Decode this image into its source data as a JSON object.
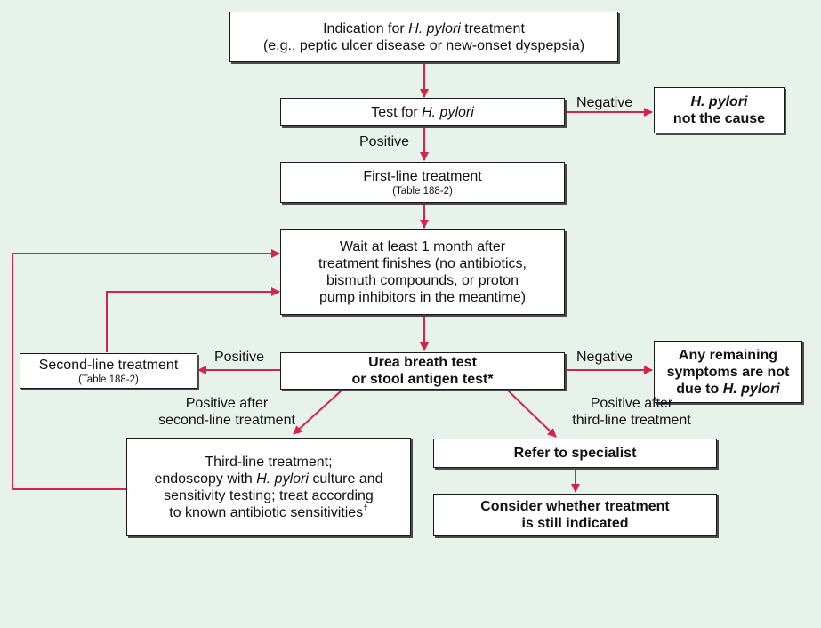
{
  "colors": {
    "background": "#e6f2ea",
    "arrow": "#d6234a",
    "box_border": "#1a1a1a"
  },
  "nodes": {
    "indication": {
      "line1_pre": "Indication for ",
      "line1_em": "H. pylori",
      "line1_post": " treatment",
      "line2": "(e.g., peptic ulcer disease or new-onset dyspepsia)"
    },
    "test": {
      "pre": "Test for ",
      "em": "H. pylori"
    },
    "not_cause": {
      "line1": "H. pylori",
      "line2": "not the cause"
    },
    "first_line": {
      "line1": "First-line treatment",
      "line2": "(Table 188-2)"
    },
    "wait": {
      "line1": "Wait at least 1 month after",
      "line2": "treatment finishes (no antibiotics,",
      "line3": "bismuth compounds, or proton",
      "line4": "pump inhibitors in the meantime)"
    },
    "urea": {
      "line1": "Urea breath test",
      "line2": "or stool antigen test*"
    },
    "second_line": {
      "line1": "Second-line treatment",
      "line2": "(Table 188-2)"
    },
    "remaining": {
      "line1": "Any remaining",
      "line2": "symptoms are not",
      "line3_pre": "due to ",
      "line3_em": "H. pylori"
    },
    "third_line": {
      "line1": "Third-line treatment;",
      "line2_pre": "endoscopy with ",
      "line2_em": "H. pylori",
      "line2_post": " culture and",
      "line3": "sensitivity testing; treat according",
      "line4": "to known antibiotic sensitivities",
      "line4_sup": "†"
    },
    "specialist": {
      "text": "Refer to specialist"
    },
    "consider": {
      "line1": "Consider whether treatment",
      "line2": "is still indicated"
    }
  },
  "edge_labels": {
    "negative_top": "Negative",
    "positive_test": "Positive",
    "positive_left": "Positive",
    "negative_right": "Negative",
    "after_second_line1": "Positive after",
    "after_second_line2": "second-line treatment",
    "after_third_line1": "Positive after",
    "after_third_line2": "third-line treatment"
  }
}
